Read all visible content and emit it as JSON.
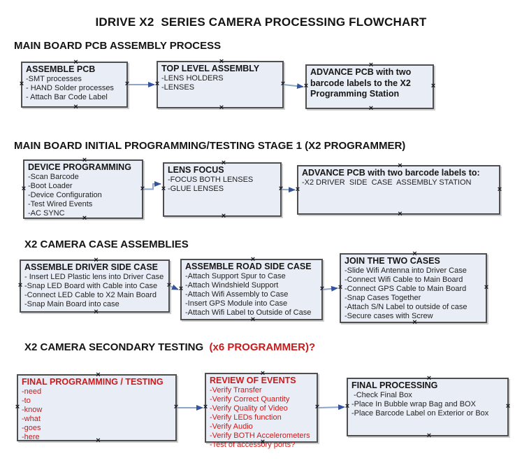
{
  "title": "IDRIVE X2  SERIES CAMERA PROCESSING FLOWCHART",
  "sections": [
    {
      "heading": "MAIN BOARD PCB ASSEMBLY PROCESS",
      "heading_red": ""
    },
    {
      "heading": "MAIN BOARD INITIAL PROGRAMMING/TESTING STAGE 1 (X2 PROGRAMMER)",
      "heading_red": ""
    },
    {
      "heading": "X2 CAMERA CASE ASSEMBLIES",
      "heading_red": ""
    },
    {
      "heading": "X2 CAMERA SECONDARY TESTING",
      "heading_red": "  (x6 PROGRAMMER)?"
    }
  ],
  "boxes": [
    {
      "id": "assemble-pcb",
      "title": "ASSEMBLE PCB",
      "items": [
        "-SMT processes",
        "- HAND Solder processes",
        "- Attach Bar Code Label"
      ],
      "color": "black"
    },
    {
      "id": "top-level-assembly",
      "title": "TOP LEVEL ASSEMBLY",
      "items": [
        "-LENS HOLDERS",
        "-LENSES"
      ],
      "color": "black"
    },
    {
      "id": "advance-pcb-programming-station",
      "title": "ADVANCE PCB with two barcode labels to the X2 Programming Station",
      "items": [],
      "color": "black"
    },
    {
      "id": "device-programming",
      "title": "DEVICE PROGRAMMING",
      "items": [
        "-Scan Barcode",
        "-Boot Loader",
        "-Device Configuration",
        "-Test Wired Events",
        "-AC SYNC"
      ],
      "color": "black"
    },
    {
      "id": "lens-focus",
      "title": "LENS FOCUS",
      "items": [
        "-FOCUS BOTH LENSES",
        "-GLUE LENSES"
      ],
      "color": "black"
    },
    {
      "id": "advance-pcb-driver-side",
      "title": "ADVANCE PCB with two barcode labels to:",
      "items": [
        "-X2 DRIVER  SIDE  CASE  ASSEMBLY STATION"
      ],
      "color": "black"
    },
    {
      "id": "assemble-driver-side-case",
      "title": "ASSEMBLE DRIVER SIDE CASE",
      "items": [
        "- Insert LED Plastic lens into Driver Case",
        "-Snap LED Board with Cable into Case",
        "-Connect LED Cable to X2 Main Board",
        "-Snap Main Board into case"
      ],
      "color": "black"
    },
    {
      "id": "assemble-road-side-case",
      "title": "ASSEMBLE ROAD SIDE CASE",
      "items": [
        "-Attach Support Spur to Case",
        "-Attach Windshield Support",
        "-Attach Wifi Assembly to Case",
        "-Insert GPS Module into Case",
        "-Attach Wifi Label to Outside of Case"
      ],
      "color": "black"
    },
    {
      "id": "join-the-two-cases",
      "title": "JOIN THE TWO CASES",
      "items": [
        "-Slide Wifi Antenna into Driver Case",
        "-Connect Wifi Cable to Main Board",
        "-Connect GPS Cable to Main Board",
        "-Snap Cases Together",
        "-Attach S/N Label to outside of case",
        "-Secure cases with Screw"
      ],
      "color": "black"
    },
    {
      "id": "final-programming-testing",
      "title": "FINAL PROGRAMMING / TESTING",
      "items": [
        "-need",
        "-to",
        "-know",
        "-what",
        "-goes",
        "-here"
      ],
      "color": "red"
    },
    {
      "id": "review-of-events",
      "title": "REVIEW OF EVENTS",
      "items": [
        "-Verify Transfer",
        "-Verify Correct Quantity",
        "-Verify Quality of Video",
        "-Verify LEDs function",
        "-Verify Audio",
        "-Verify BOTH Accelerometers",
        "-Test of accessory ports?"
      ],
      "color": "red"
    },
    {
      "id": "final-processing",
      "title": "FINAL PROCESSING",
      "items": [
        " -Check Final Box",
        "-Place In Bubble wrap Bag and BOX",
        "-Place Barcode Label on Exterior or Box"
      ],
      "color": "black"
    }
  ],
  "arrows": [
    {
      "from": "assemble-pcb",
      "to": "top-level-assembly"
    },
    {
      "from": "top-level-assembly",
      "to": "advance-pcb-programming-station"
    },
    {
      "from": "device-programming",
      "to": "lens-focus",
      "jog": true
    },
    {
      "from": "lens-focus",
      "to": "advance-pcb-driver-side"
    },
    {
      "from": "assemble-driver-side-case",
      "to": "assemble-road-side-case"
    },
    {
      "from": "assemble-road-side-case",
      "to": "join-the-two-cases"
    },
    {
      "from": "final-programming-testing",
      "to": "review-of-events"
    },
    {
      "from": "review-of-events",
      "to": "final-processing"
    }
  ],
  "colors": {
    "box_fill": "#e9edf6",
    "box_border": "#4f4f4f",
    "red_text": "#cc1a1a",
    "arrow_line": "#8ea6c4",
    "arrow_head": "#34549e",
    "handle": "#14141e"
  },
  "icons": {
    "connection_point": "×"
  }
}
